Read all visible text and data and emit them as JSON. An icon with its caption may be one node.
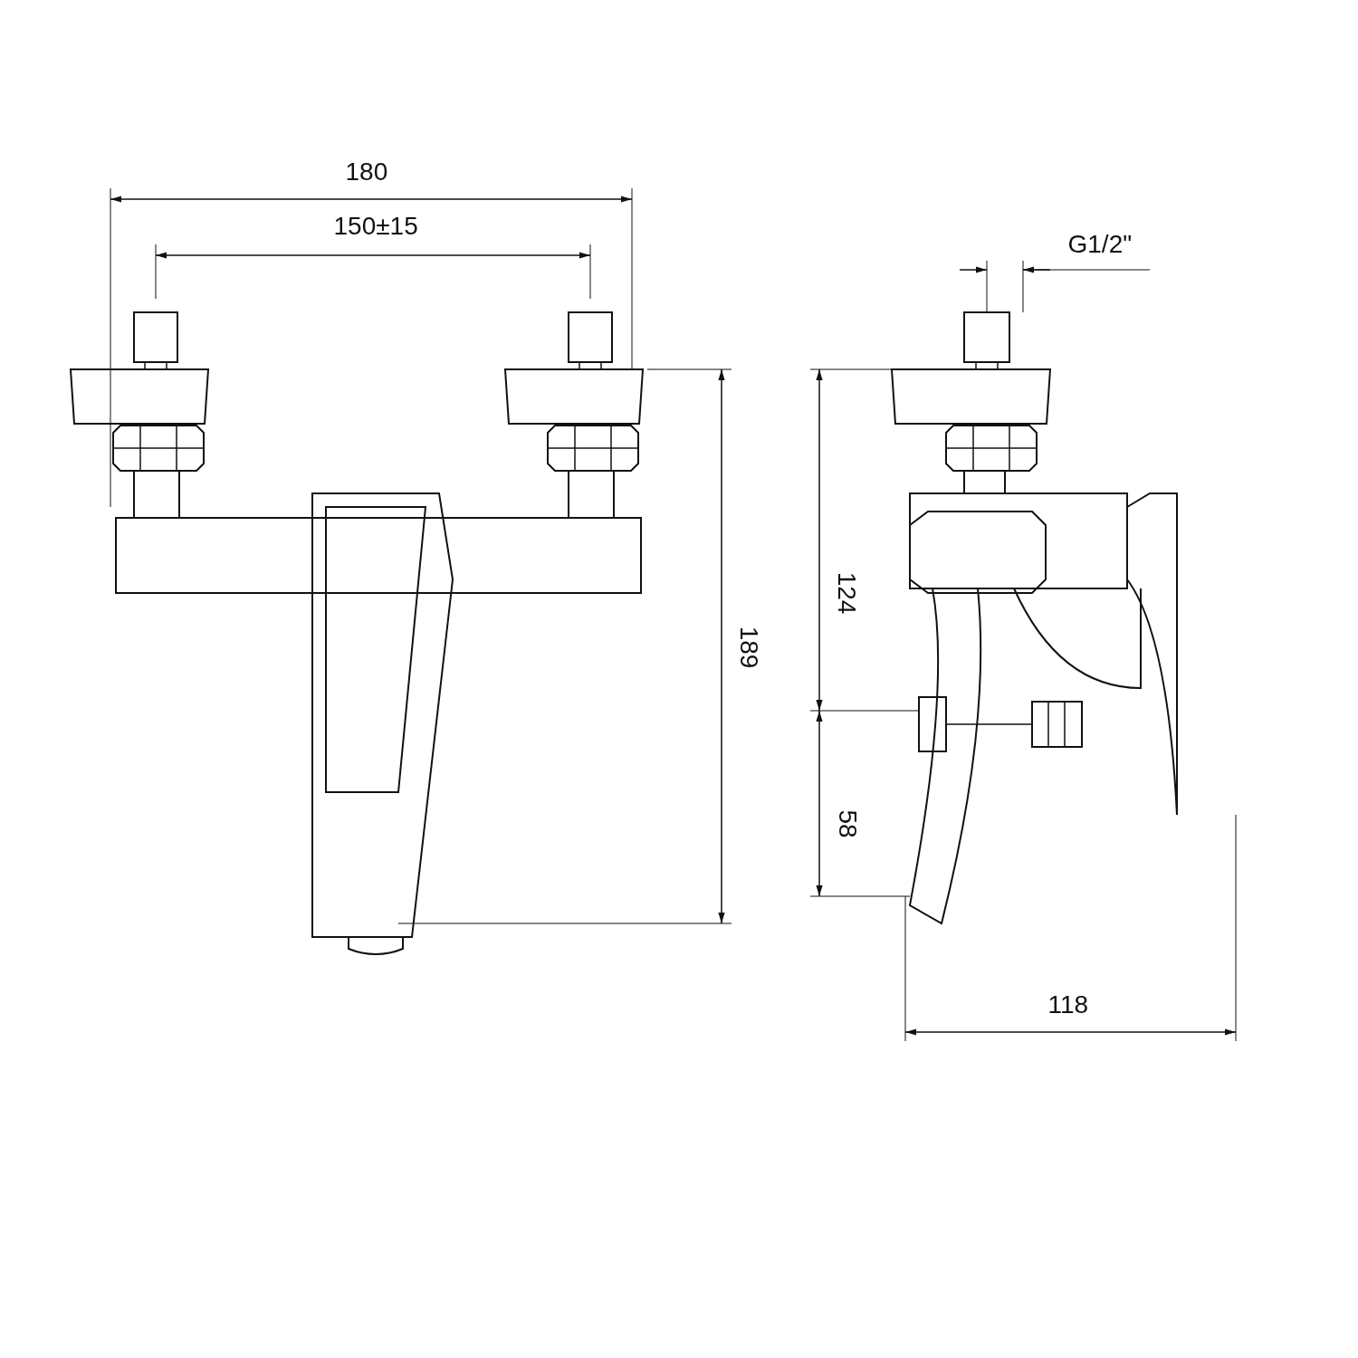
{
  "diagram": {
    "labels": [
      "180",
      "150±15",
      "G1/2\"",
      "124",
      "189",
      "58",
      "118"
    ]
  }
}
